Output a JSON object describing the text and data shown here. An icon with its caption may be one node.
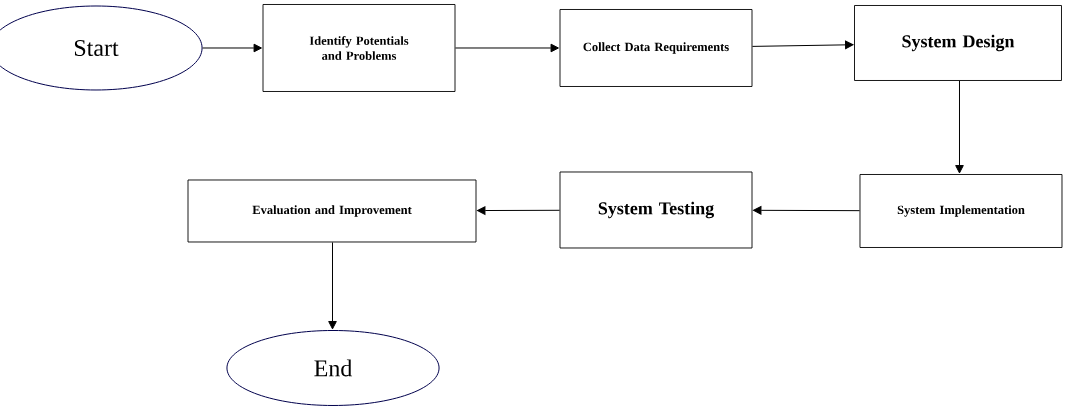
{
  "diagram": {
    "nodes": [
      {
        "text": [
          "Start"
        ]
      },
      {
        "text": [
          "Identify Potentials and Problems"
        ]
      },
      {
        "text": [
          "Collect Data Requirements"
        ]
      },
      {
        "text": [
          "System Design"
        ]
      },
      {
        "text": [
          "System Implementation"
        ]
      },
      {
        "text": [
          "System Testing"
        ]
      },
      {
        "text": [
          "Evaluation and Improvement"
        ]
      },
      {
        "text": [
          "End"
        ]
      }
    ],
    "edges": [
      {
        "from": 0,
        "to": 1,
        "arrow": "to"
      },
      {
        "from": 1,
        "to": 2,
        "arrow": "to"
      },
      {
        "from": 2,
        "to": 3,
        "arrow": "to"
      },
      {
        "from": 3,
        "to": 4,
        "arrow": "to"
      },
      {
        "from": 4,
        "to": 5,
        "arrow": "to"
      },
      {
        "from": 5,
        "to": 6,
        "arrow": "to"
      },
      {
        "from": 6,
        "to": 7,
        "arrow": "to"
      }
    ]
  }
}
